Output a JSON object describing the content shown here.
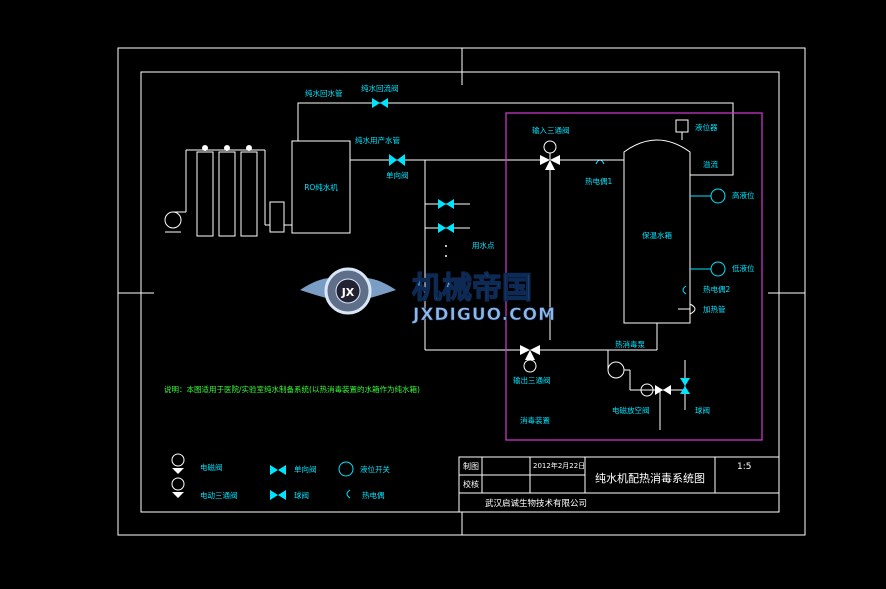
{
  "labels": {
    "purified_water_return": "纯水回水管",
    "return_valve": "纯水回流阀",
    "purified_water_output": "纯水用产水管",
    "check_valve_top": "单向阀",
    "ro_machine": "RO纯水机",
    "inlet_three_way_valve": "输入三通阀",
    "level_meter": "液位器",
    "thermocouple_1": "热电偶1",
    "overflow": "溢流",
    "high_level": "高液位",
    "storage_tank": "保温水箱",
    "low_level": "低液位",
    "thermocouple_2": "热电偶2",
    "heating_pipe": "加热管",
    "use_point": "用水点",
    "outlet_three_way_valve": "输出三通阀",
    "heat_pump": "热消毒泵",
    "solenoid_drain_valve": "电磁放空阀",
    "ball_valve_drain": "球阀",
    "disinfection_unit": "消毒装置",
    "note": "说明：本图适用于医院/实验室纯水制备系统(以热消毒装置的水箱作为纯水箱)"
  },
  "legend": {
    "solenoid_valve": "电磁阀",
    "check_valve": "单向阀",
    "level_switch": "液位开关",
    "motor_three_way_valve": "电动三通阀",
    "ball_valve": "球阀",
    "thermocouple": "热电偶"
  },
  "title_block": {
    "drawn_by_label": "制图",
    "date": "2012年2月22日",
    "drawing_title": "纯水机配热消毒系统图",
    "scale": "1:5",
    "checked_by_label": "校核",
    "company": "武汉启诚生物技术有限公司"
  },
  "watermark": {
    "name": "机械帝国",
    "domain": "JXDIGUO.COM"
  },
  "colors": {
    "background": "#000000",
    "line": "#ffffff",
    "cyan": "#00e5ff",
    "magenta": "#d63ad6",
    "green": "#33ff33"
  }
}
